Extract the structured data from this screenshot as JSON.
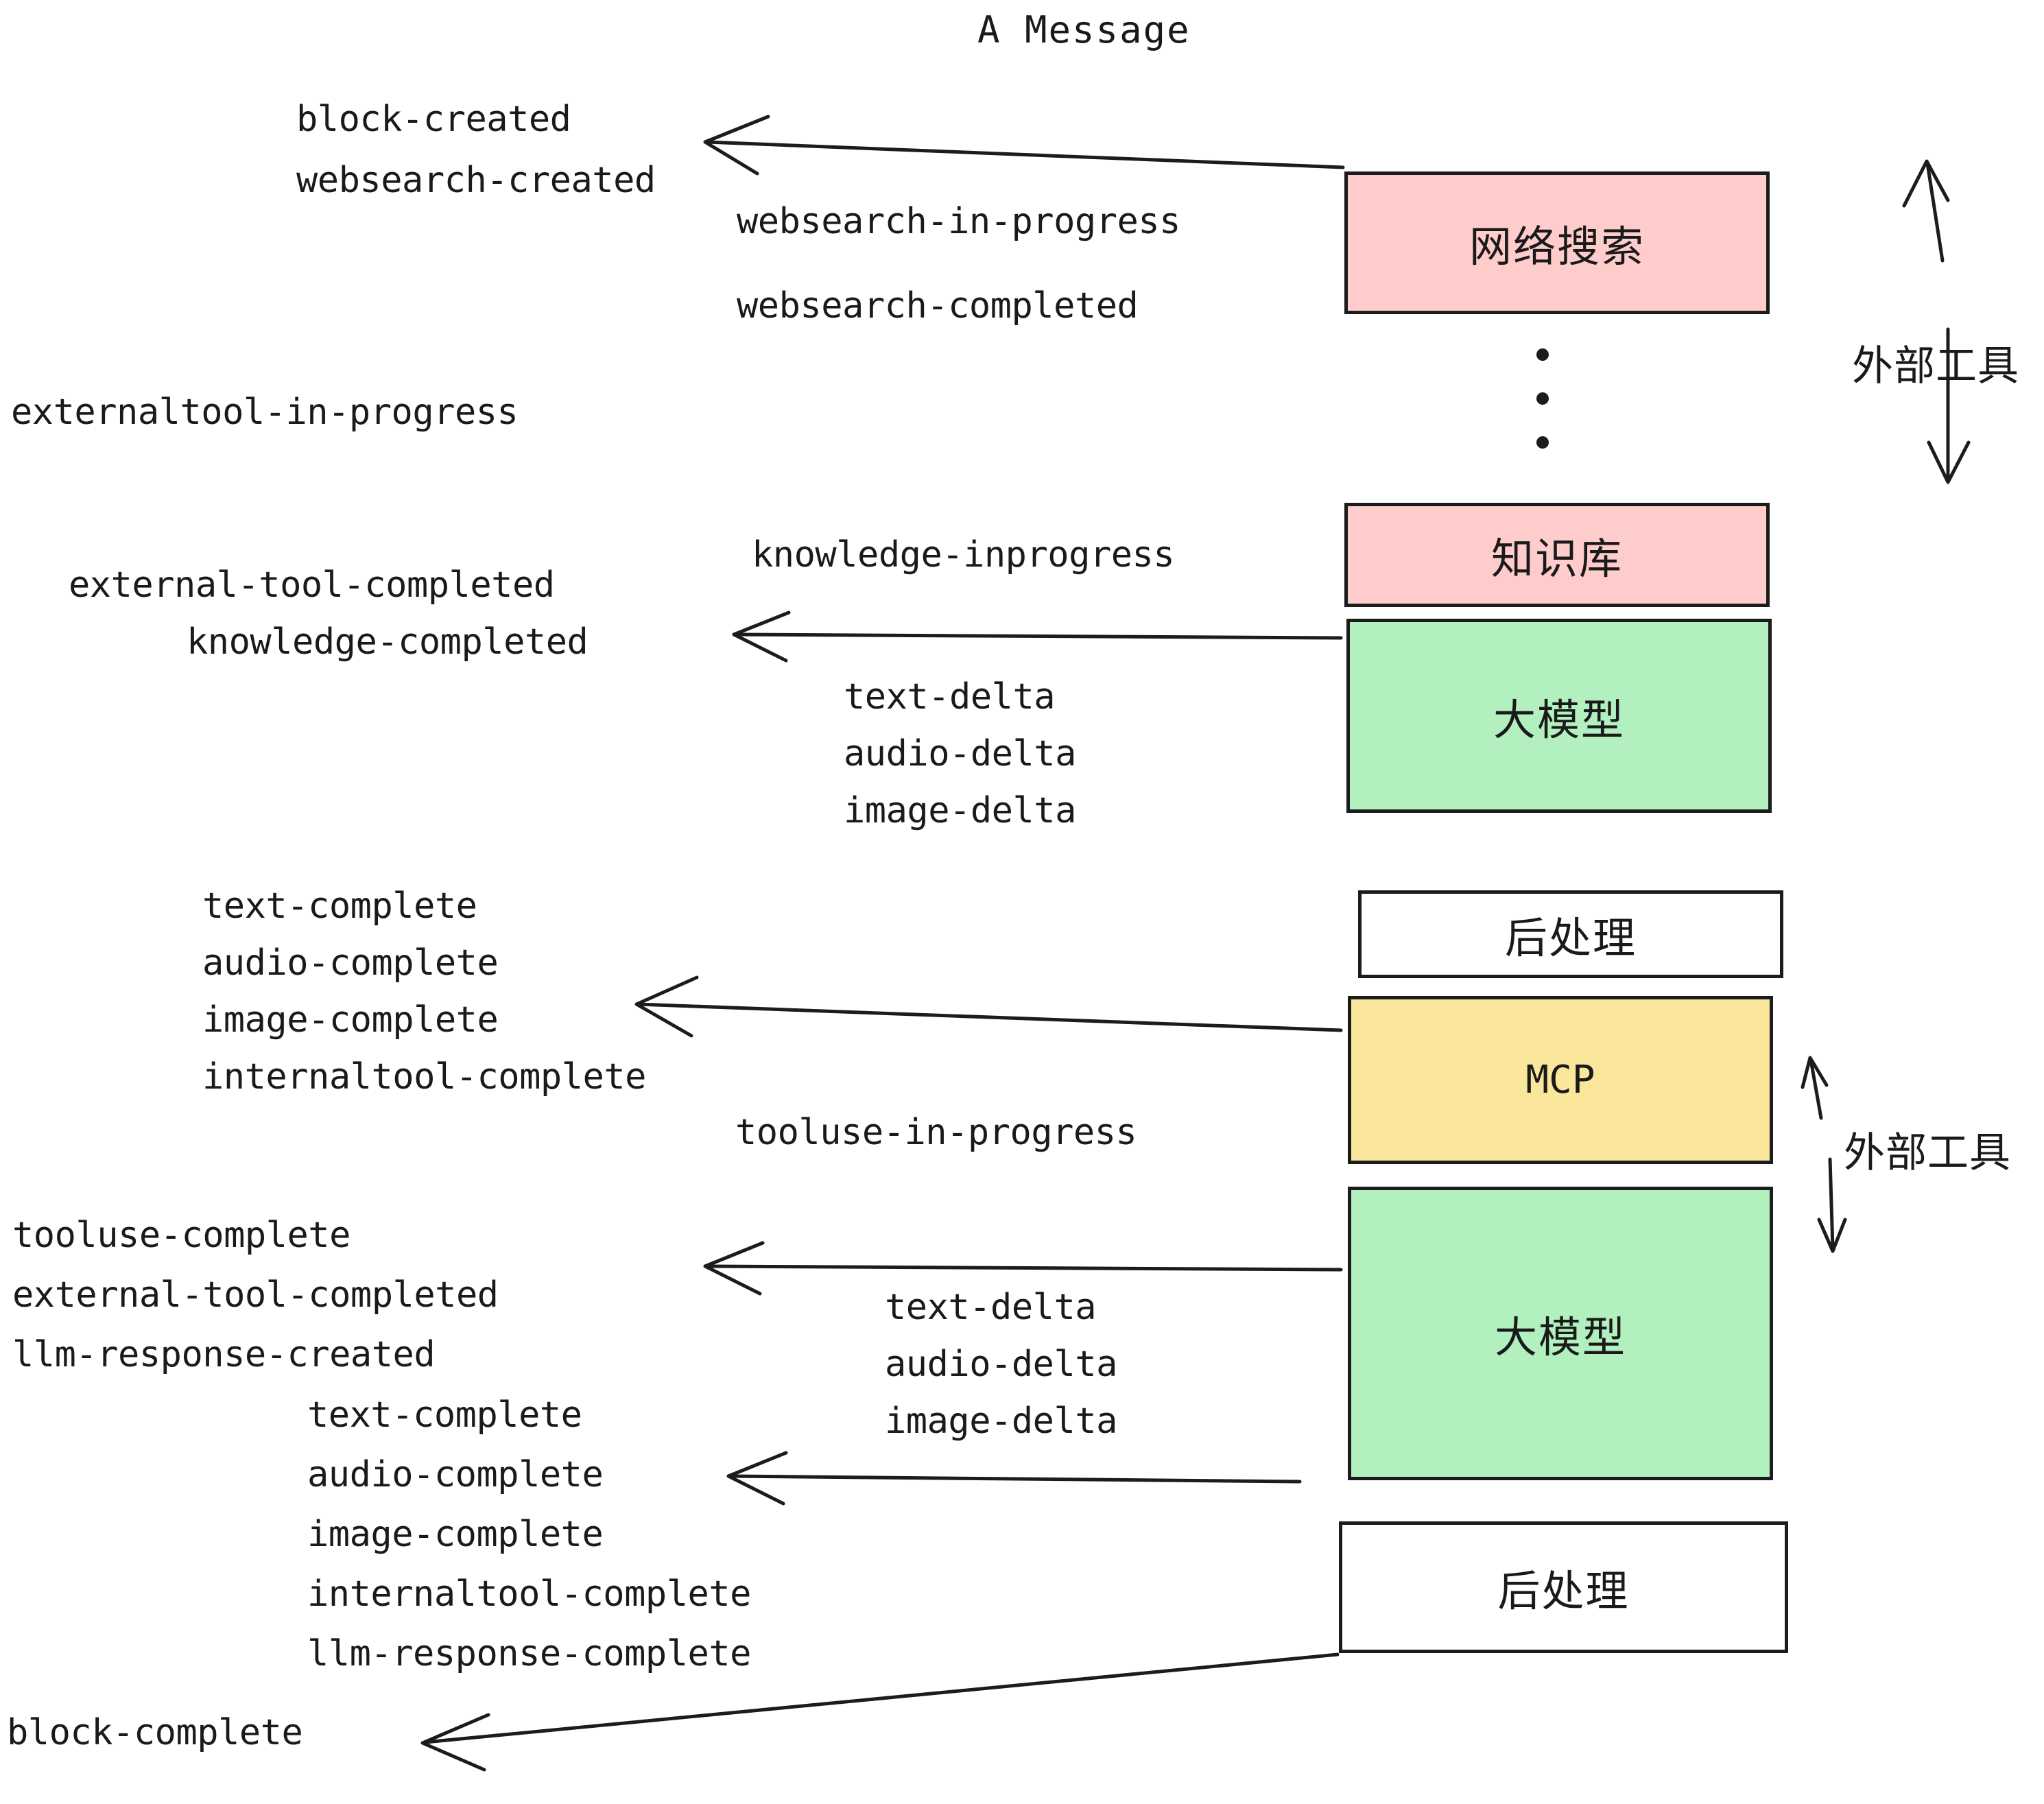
{
  "diagram": {
    "title": "A Message",
    "events": {
      "block_created": "block-created",
      "websearch_created": "websearch-created",
      "websearch_in_progress": "websearch-in-progress",
      "websearch_completed": "websearch-completed",
      "externaltool_in_progress": "externaltool-in-progress",
      "knowledge_inprogress": "knowledge-inprogress",
      "external_tool_completed_1": "external-tool-completed",
      "knowledge_completed": "knowledge-completed",
      "text_delta_1": "text-delta",
      "audio_delta_1": "audio-delta",
      "image_delta_1": "image-delta",
      "text_complete_1": "text-complete",
      "audio_complete_1": "audio-complete",
      "image_complete_1": "image-complete",
      "internaltool_complete_1": "internaltool-complete",
      "tooluse_in_progress": "tooluse-in-progress",
      "tooluse_complete": "tooluse-complete",
      "external_tool_completed_2": "external-tool-completed",
      "llm_response_created": "llm-response-created",
      "text_delta_2": "text-delta",
      "audio_delta_2": "audio-delta",
      "image_delta_2": "image-delta",
      "text_complete_2": "text-complete",
      "audio_complete_2": "audio-complete",
      "image_complete_2": "image-complete",
      "internaltool_complete_2": "internaltool-complete",
      "llm_response_complete": "llm-response-complete",
      "block_complete": "block-complete"
    },
    "nodes": {
      "websearch": "网络搜索",
      "knowledge_base": "知识库",
      "llm_1": "大模型",
      "postprocess_1": "后处理",
      "mcp": "MCP",
      "llm_2": "大模型",
      "postprocess_2": "后处理"
    },
    "annotations": {
      "external_tool_1": "外部工具",
      "external_tool_2": "外部工具"
    },
    "colors": {
      "pink": "#FFCCCC",
      "green": "#B3F0BF",
      "yellow": "#FBE79B",
      "white": "#FFFFFF",
      "stroke": "#1C1C1C"
    }
  }
}
